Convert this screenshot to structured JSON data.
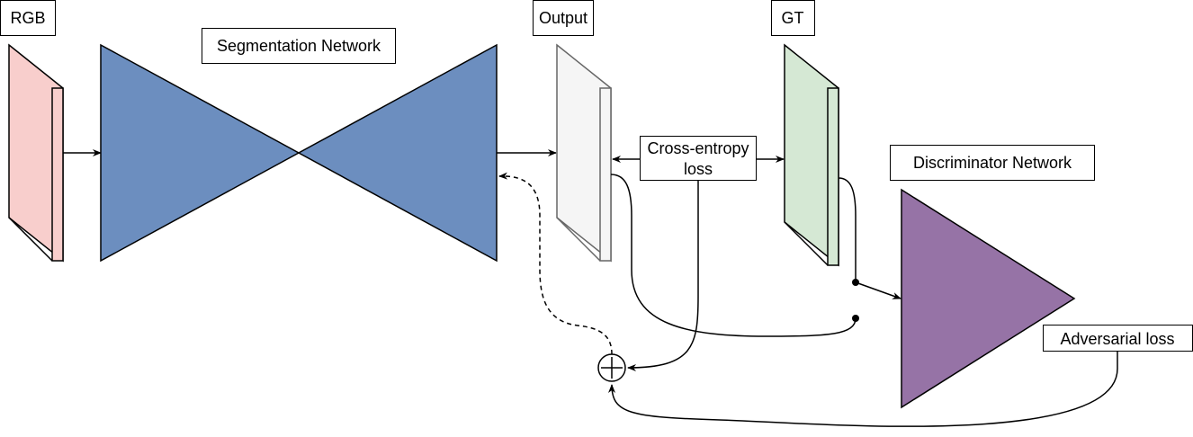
{
  "labels": {
    "rgb": "RGB",
    "segmentation_network": "Segmentation Network",
    "output": "Output",
    "gt": "GT",
    "cross_entropy_line1": "Cross-entropy",
    "cross_entropy_line2": "loss",
    "discriminator_network": "Discriminator Network",
    "adversarial_loss": "Adversarial loss"
  },
  "colors": {
    "rgb_fill": "#f8cecc",
    "segmentation_fill": "#6c8ebf",
    "output_fill": "#f5f5f5",
    "output_stroke": "#666666",
    "gt_fill": "#d5e8d4",
    "discriminator_fill": "#9673a6",
    "line": "#000000"
  },
  "icons": {
    "sum_node": "circled-plus-icon"
  }
}
